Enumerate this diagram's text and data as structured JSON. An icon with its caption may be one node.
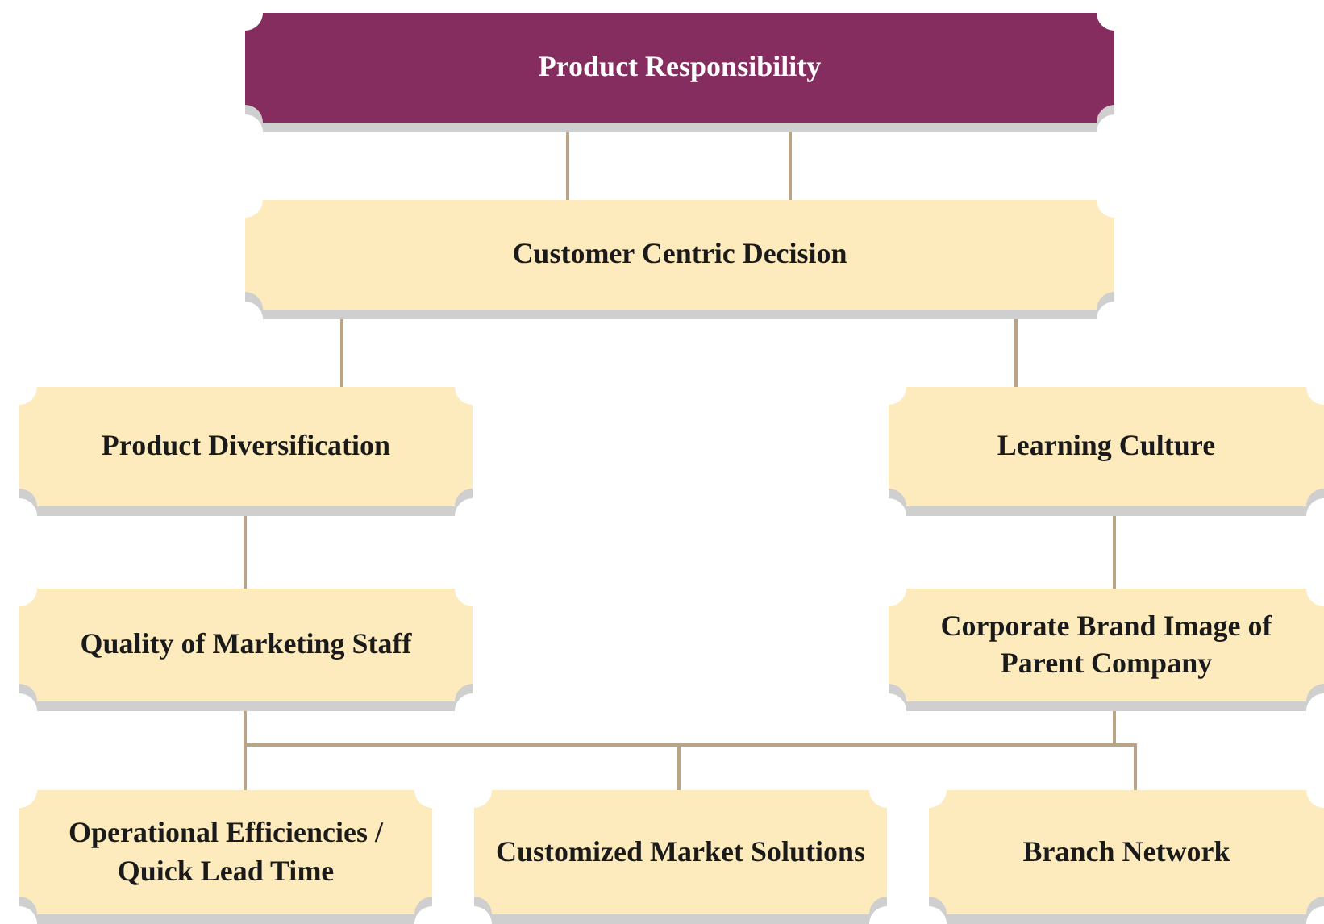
{
  "diagram": {
    "nodes": [
      {
        "text": [
          "Product Responsibility"
        ]
      },
      {
        "text": [
          "Customer Centric Decision"
        ]
      },
      {
        "text": [
          "Product Diversification"
        ]
      },
      {
        "text": [
          "Learning Culture"
        ]
      },
      {
        "text": [
          "Quality of Marketing Staff"
        ]
      },
      {
        "text": [
          "Corporate Brand Image of Parent Company"
        ]
      },
      {
        "text": [
          "Operational Efficiencies / Quick Lead Time"
        ]
      },
      {
        "text": [
          "Customized Market Solutions"
        ]
      },
      {
        "text": [
          "Branch Network"
        ]
      }
    ],
    "edges": [
      {
        "from": 0,
        "to": 1,
        "arrow": "none"
      },
      {
        "from": 0,
        "to": 1,
        "arrow": "none"
      },
      {
        "from": 1,
        "to": 2,
        "arrow": "none"
      },
      {
        "from": 1,
        "to": 3,
        "arrow": "none"
      },
      {
        "from": 2,
        "to": 4,
        "arrow": "none"
      },
      {
        "from": 3,
        "to": 5,
        "arrow": "none"
      },
      {
        "from": 4,
        "to": 6,
        "arrow": "none"
      },
      {
        "from": 4,
        "to": 7,
        "arrow": "none"
      },
      {
        "from": 4,
        "to": 8,
        "arrow": "none"
      },
      {
        "from": 5,
        "to": 6,
        "arrow": "none"
      },
      {
        "from": 5,
        "to": 7,
        "arrow": "none"
      },
      {
        "from": 5,
        "to": 8,
        "arrow": "none"
      }
    ]
  }
}
